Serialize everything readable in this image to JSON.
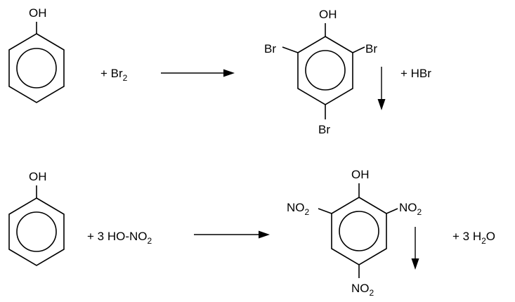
{
  "reactions": [
    {
      "reactant": {
        "group": "OH"
      },
      "reagent": {
        "prefix": "+  ",
        "formula": "Br",
        "subscript": "2"
      },
      "product": {
        "top": "OH",
        "left": "Br",
        "right": "Br",
        "bottom": "Br"
      },
      "byproduct": {
        "text": "+  HBr"
      }
    },
    {
      "reactant": {
        "group": "OH"
      },
      "reagent": {
        "prefix": "+  3 HO-NO",
        "subscript": "2"
      },
      "product": {
        "top": "OH",
        "left": {
          "base": "NO",
          "sub": "2"
        },
        "right": {
          "base": "NO",
          "sub": "2"
        },
        "bottom": {
          "base": "NO",
          "sub": "2"
        }
      },
      "byproduct": {
        "prefix": "+  3 H",
        "subscript": "2",
        "suffix": "O"
      }
    }
  ]
}
